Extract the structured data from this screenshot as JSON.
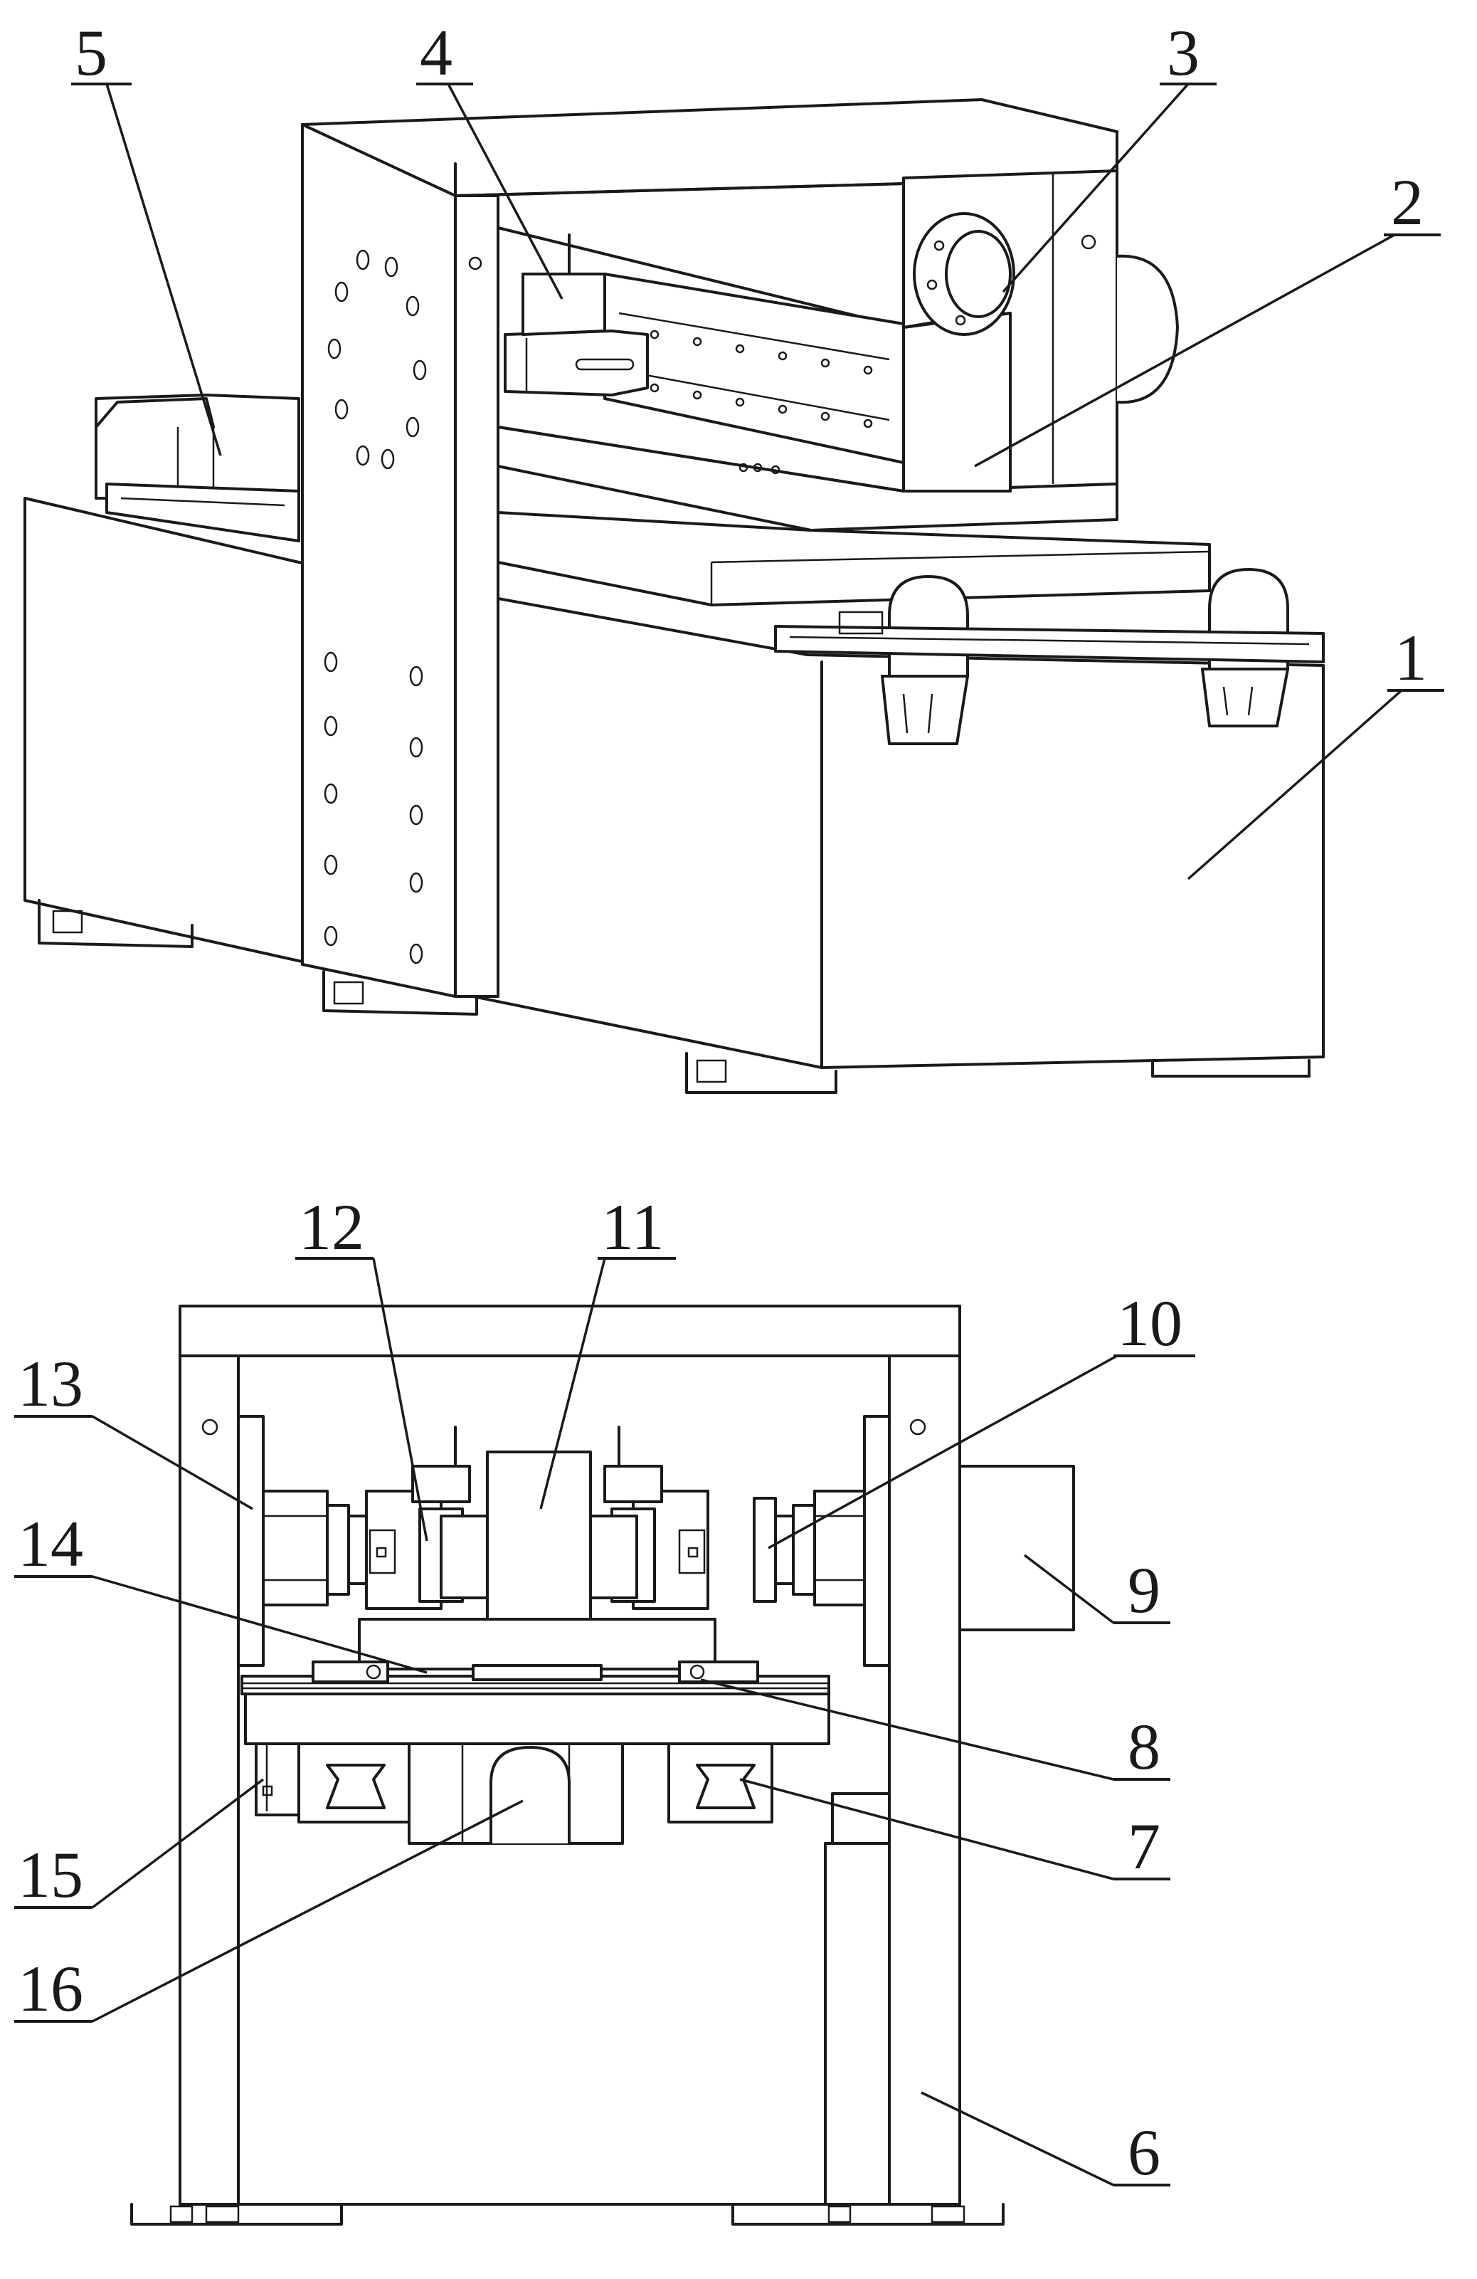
{
  "figures": [
    {
      "id": "perspective-view",
      "callouts": [
        {
          "label": "5"
        },
        {
          "label": "4"
        },
        {
          "label": "3"
        },
        {
          "label": "2"
        },
        {
          "label": "1"
        }
      ]
    },
    {
      "id": "front-view",
      "callouts": [
        {
          "label": "12"
        },
        {
          "label": "11"
        },
        {
          "label": "10"
        },
        {
          "label": "13"
        },
        {
          "label": "14"
        },
        {
          "label": "9"
        },
        {
          "label": "8"
        },
        {
          "label": "7"
        },
        {
          "label": "15"
        },
        {
          "label": "16"
        },
        {
          "label": "6"
        }
      ]
    }
  ],
  "colors": {
    "line": "#1a1a1a",
    "background": "#ffffff"
  }
}
